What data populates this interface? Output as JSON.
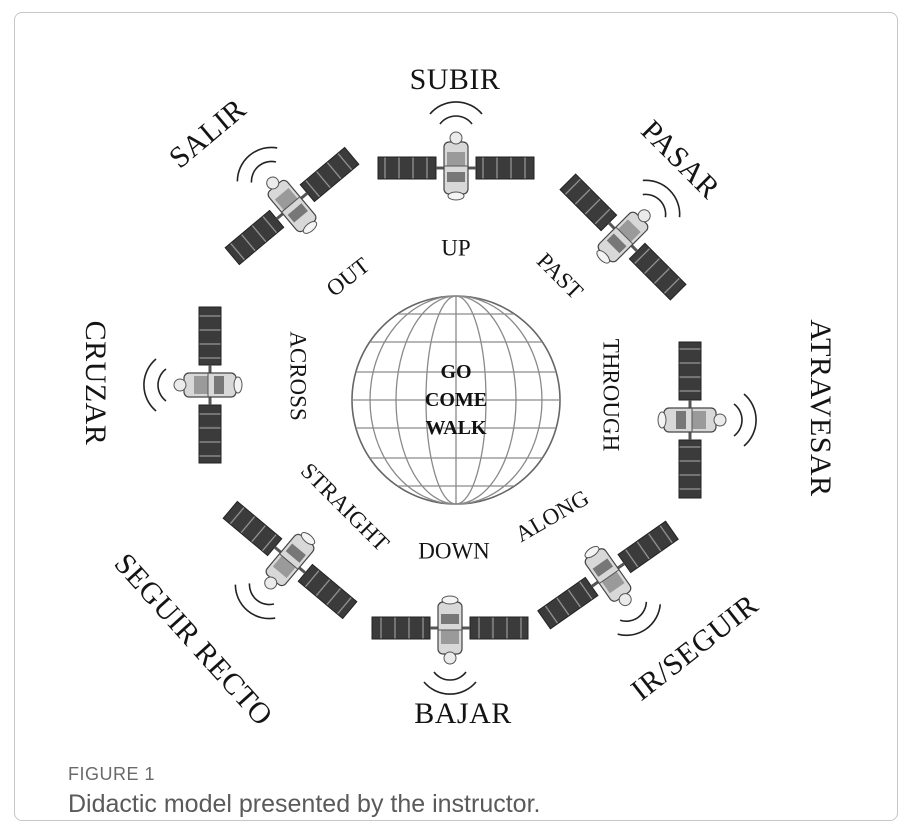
{
  "figure": {
    "label": "FIGURE 1",
    "caption": "Didactic model presented by the instructor."
  },
  "globe": {
    "words": [
      "GO",
      "COME",
      "WALK"
    ]
  },
  "satellites": [
    {
      "spanish": "SUBIR",
      "english": "UP"
    },
    {
      "spanish": "PASAR",
      "english": "PAST"
    },
    {
      "spanish": "ATRAVESAR",
      "english": "THROUGH"
    },
    {
      "spanish": "IR/SEGUIR",
      "english": "ALONG"
    },
    {
      "spanish": "BAJAR",
      "english": "DOWN"
    },
    {
      "spanish": "SEGUIR RECTO",
      "english": "STRAIGHT"
    },
    {
      "spanish": "CRUZAR",
      "english": "ACROSS"
    },
    {
      "spanish": "SALIR",
      "english": "OUT"
    }
  ],
  "colors": {
    "ink": "#141414",
    "panel": "#3a3a3a",
    "globe_line": "#8a8a8a",
    "caption": "#5a5a5a"
  }
}
